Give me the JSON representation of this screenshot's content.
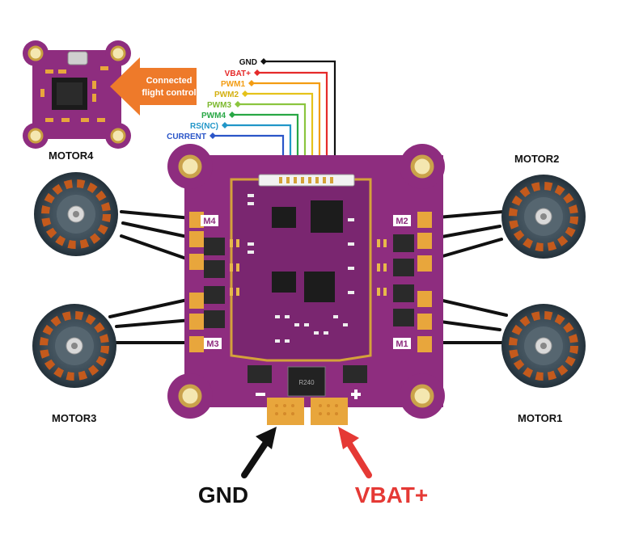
{
  "callout": {
    "text_line1": "Connected",
    "text_line2": "flight control"
  },
  "motors": {
    "motor1": "MOTOR1",
    "motor2": "MOTOR2",
    "motor3": "MOTOR3",
    "motor4": "MOTOR4"
  },
  "board_labels": {
    "m1": "M1",
    "m2": "M2",
    "m3": "M3",
    "m4": "M4"
  },
  "signals": [
    {
      "label": "GND",
      "color": "#111111"
    },
    {
      "label": "VBAT+",
      "color": "#e52a2a"
    },
    {
      "label": "PWM1",
      "color": "#f39c12"
    },
    {
      "label": "PWM2",
      "color": "#e5c21a"
    },
    {
      "label": "PWM3",
      "color": "#8bc53f"
    },
    {
      "label": "PWM4",
      "color": "#28a745"
    },
    {
      "label": "RS(NC)",
      "color": "#2196c8"
    },
    {
      "label": "CURRENT",
      "color": "#2a55c8"
    }
  ],
  "power": {
    "gnd_label": "GND",
    "vbat_label": "VBAT+",
    "gnd_color": "#111111",
    "vbat_color": "#e53935"
  },
  "colors": {
    "board": "#8e2d7f",
    "pad": "#e8a63c",
    "callout": "#ee7a2a",
    "motor_body": "#3a4a55",
    "coil": "#c45a1c"
  },
  "chip_marking": "R240"
}
